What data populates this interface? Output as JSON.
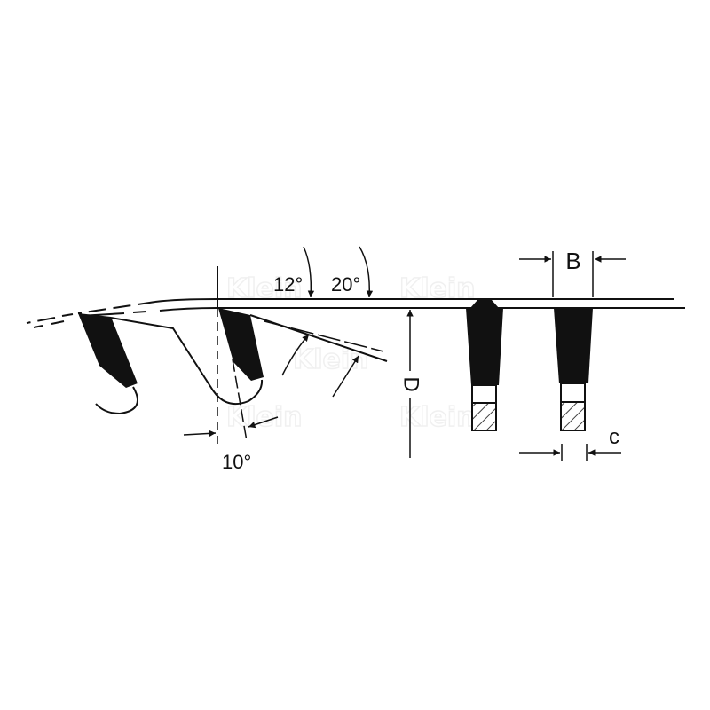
{
  "diagram": {
    "labels": {
      "hook_angle_top_1": "12°",
      "hook_angle_top_2": "20°",
      "side_angle": "10°",
      "diameter": "D",
      "tooth_width": "B",
      "body_thickness": "c"
    },
    "watermark": "Klein",
    "colors": {
      "ink": "#111111",
      "background": "#ffffff"
    }
  }
}
